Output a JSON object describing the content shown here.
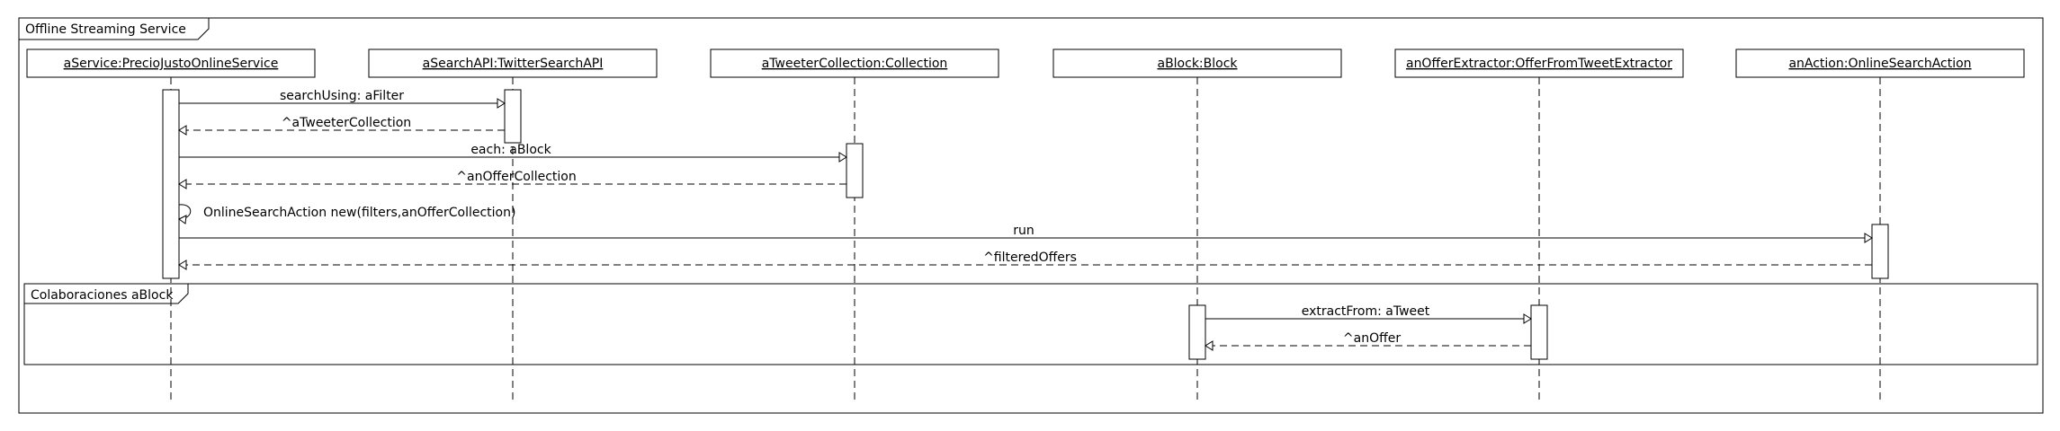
{
  "diagram": {
    "frame_title": "Offline Streaming Service",
    "fragment_title": "Colaboraciones aBlock",
    "lifelines": [
      {
        "label": "aService:PrecioJustoOnlineService"
      },
      {
        "label": "aSearchAPI:TwitterSearchAPI"
      },
      {
        "label": "aTweeterCollection:Collection"
      },
      {
        "label": "aBlock:Block"
      },
      {
        "label": "anOfferExtractor:OfferFromTweetExtractor"
      },
      {
        "label": "anAction:OnlineSearchAction"
      }
    ],
    "messages": [
      {
        "label": "searchUsing: aFilter",
        "kind": "call",
        "from": 0,
        "to": 1
      },
      {
        "label": "^aTweeterCollection",
        "kind": "return",
        "from": 1,
        "to": 0
      },
      {
        "label": "each: aBlock",
        "kind": "call",
        "from": 0,
        "to": 2
      },
      {
        "label": "^anOfferCollection",
        "kind": "return",
        "from": 2,
        "to": 0
      },
      {
        "label": "OnlineSearchAction new(filters,anOfferCollection)",
        "kind": "self",
        "from": 0,
        "to": 0
      },
      {
        "label": "run",
        "kind": "call",
        "from": 0,
        "to": 5
      },
      {
        "label": "^filteredOffers",
        "kind": "return",
        "from": 5,
        "to": 0
      },
      {
        "label": "extractFrom: aTweet",
        "kind": "call",
        "from": 3,
        "to": 4
      },
      {
        "label": "^anOffer",
        "kind": "return",
        "from": 4,
        "to": 3
      }
    ]
  }
}
